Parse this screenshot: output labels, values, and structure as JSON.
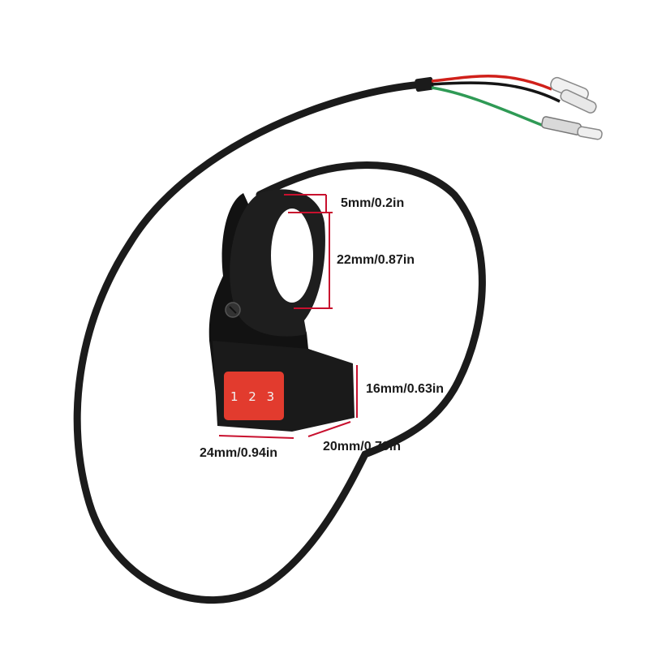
{
  "product": {
    "button_numbers": "1 2 3"
  },
  "dimensions": {
    "ring_wall": "5mm/0.2in",
    "ring_diameter": "22mm/0.87in",
    "height": "16mm/0.63in",
    "width": "24mm/0.94in",
    "depth": "20mm/0.79in"
  },
  "colors": {
    "cable": "#1b1b1b",
    "body": "#1e1e1e",
    "button": "#e23b2e",
    "dimension_line": "#c8102e",
    "wire_red": "#d0201a",
    "wire_black": "#151515",
    "wire_green": "#2f9a55"
  }
}
